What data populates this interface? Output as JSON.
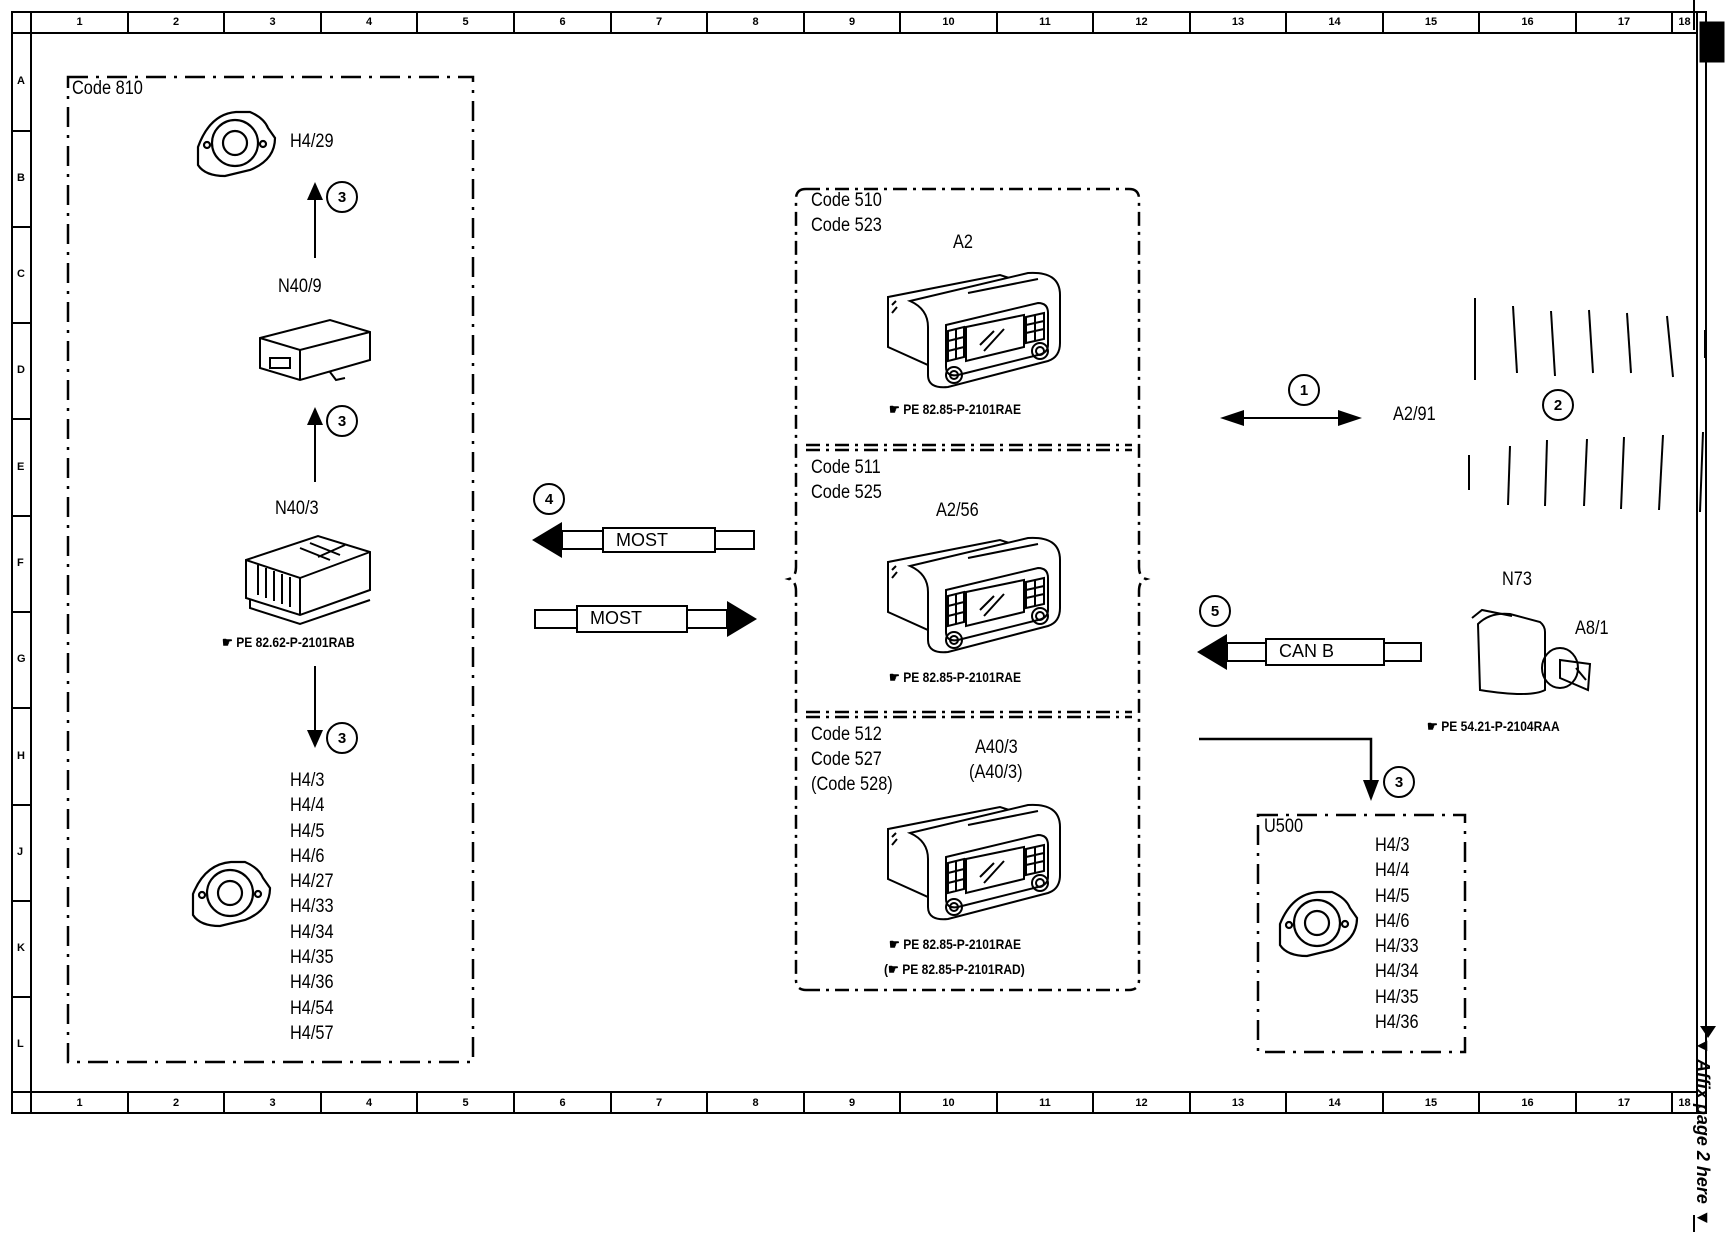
{
  "grid": {
    "columns": [
      "1",
      "2",
      "3",
      "4",
      "5",
      "6",
      "7",
      "8",
      "9",
      "10",
      "11",
      "12",
      "13",
      "14",
      "15",
      "16",
      "17",
      "18"
    ],
    "rows": [
      "A",
      "B",
      "C",
      "D",
      "E",
      "F",
      "G",
      "H",
      "J",
      "K",
      "L"
    ]
  },
  "left_panel": {
    "code": "Code 810",
    "h4_29": "H4/29",
    "n40_9": "N40/9",
    "n40_3": "N40/3",
    "ref": "PE 82.62-P-2101RAB",
    "speaker_list": [
      "H4/3",
      "H4/4",
      "H4/5",
      "H4/6",
      "H4/27",
      "H4/33",
      "H4/34",
      "H4/35",
      "H4/36",
      "H4/54",
      "H4/57"
    ]
  },
  "center_panel": {
    "sections": [
      {
        "codes": [
          "Code 510",
          "Code 523"
        ],
        "unit": "A2",
        "unit_alt": "",
        "refs": [
          "PE 82.85-P-2101RAE"
        ]
      },
      {
        "codes": [
          "Code 511",
          "Code 525"
        ],
        "unit": "A2/56",
        "unit_alt": "",
        "refs": [
          "PE 82.85-P-2101RAE"
        ]
      },
      {
        "codes": [
          "Code 512",
          "Code 527",
          "(Code 528)"
        ],
        "unit": "A40/3",
        "unit_alt": "(A40/3)",
        "refs": [
          "PE 82.85-P-2101RAE",
          "PE 82.85-P-2101RAD)"
        ]
      }
    ],
    "ref_prefix_paren": "("
  },
  "buses": {
    "most_left": "MOST",
    "most_right": "MOST",
    "can_b": "CAN B"
  },
  "callouts": [
    "1",
    "2",
    "3",
    "4",
    "5"
  ],
  "right_panel": {
    "a2_91": "A2/91",
    "n73": "N73",
    "a8_1": "A8/1",
    "n73_ref": "PE 54.21-P-2104RAA",
    "u500": "U500",
    "u500_list": [
      "H4/3",
      "H4/4",
      "H4/5",
      "H4/6",
      "H4/33",
      "H4/34",
      "H4/35",
      "H4/36"
    ]
  },
  "margin_note": "▼ Affix page 2 here ▼"
}
